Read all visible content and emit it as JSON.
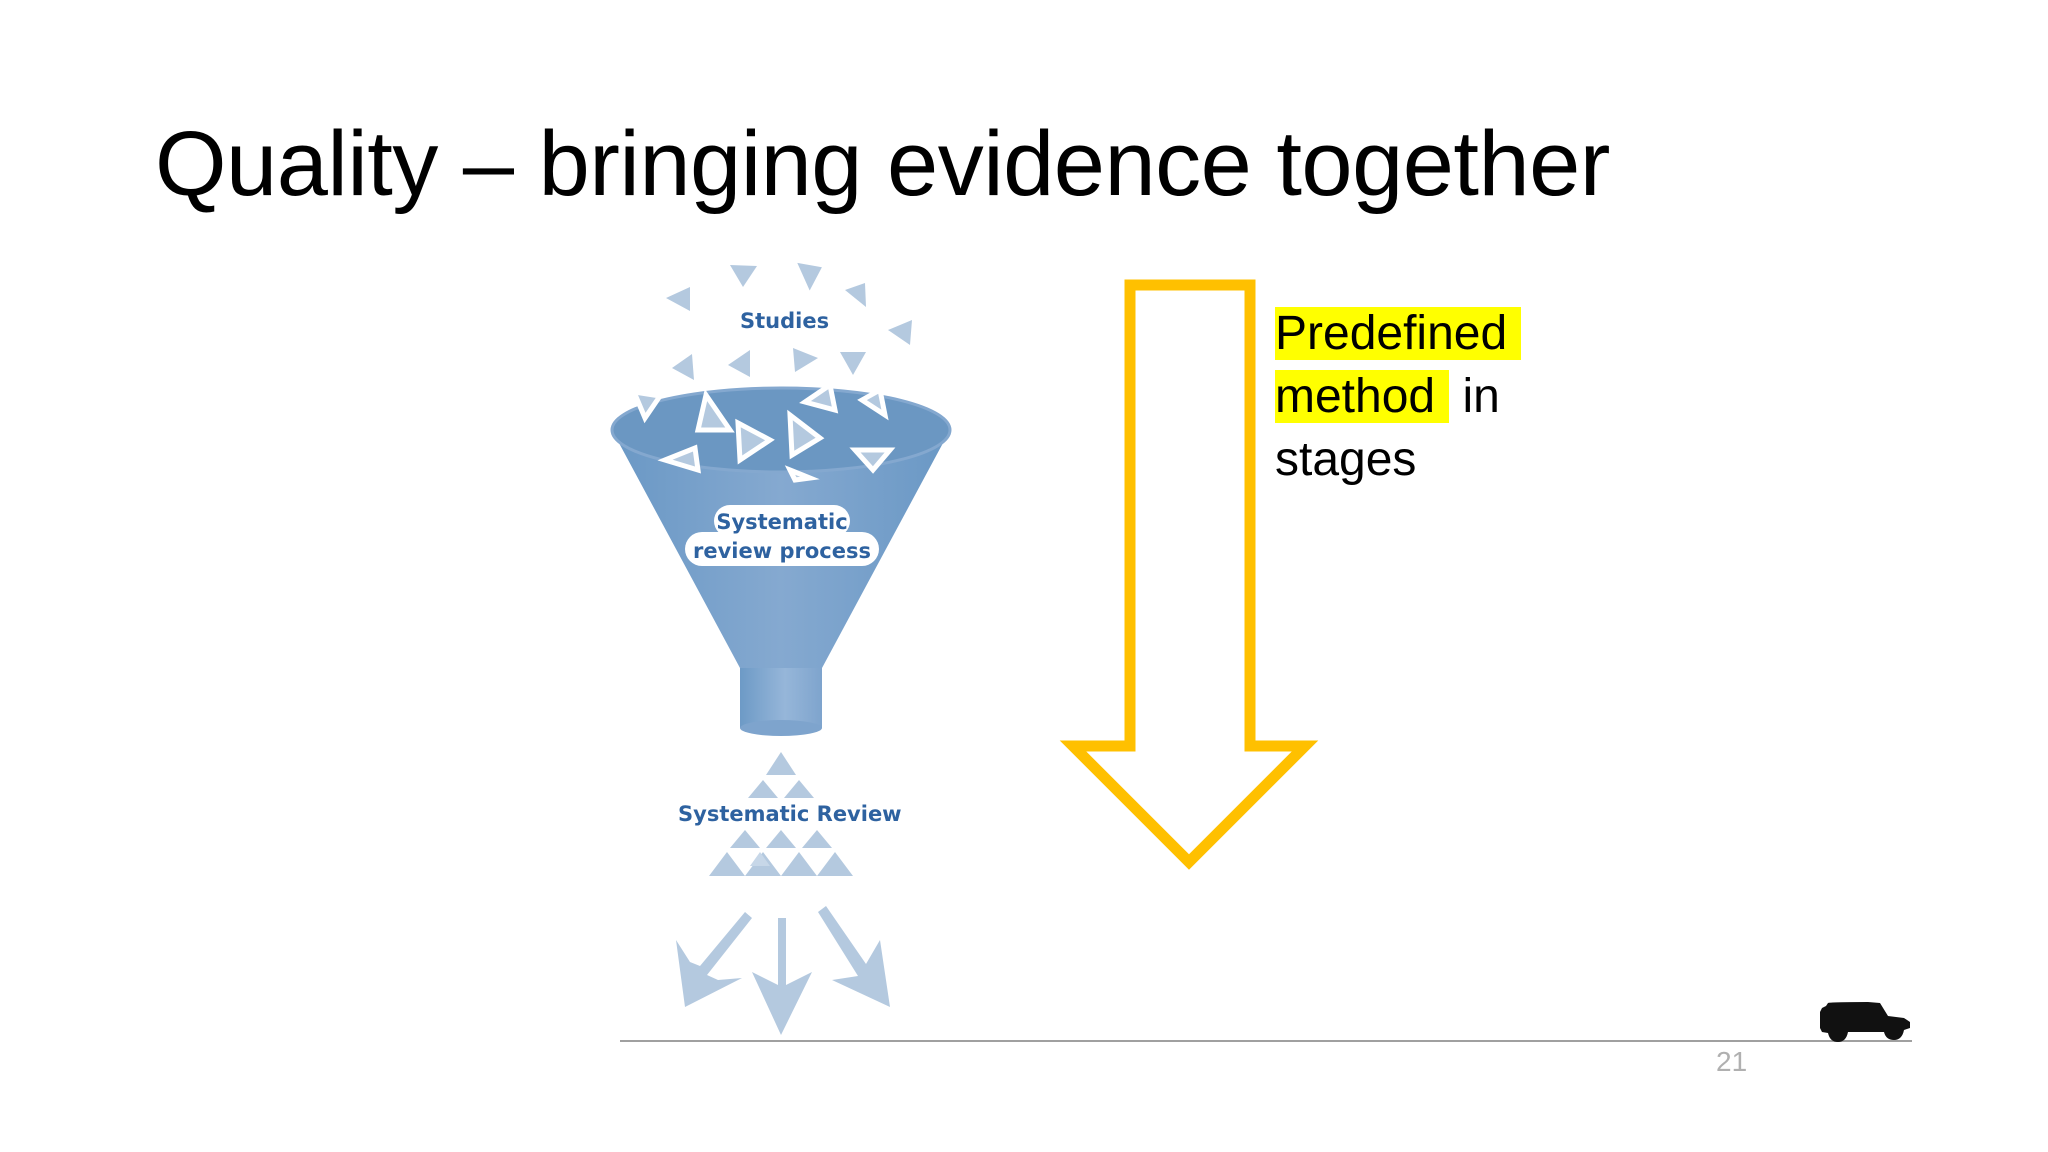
{
  "slide": {
    "title": "Quality – bringing evidence together",
    "page_number": "21"
  },
  "diagram": {
    "studies_label": "Studies",
    "process_label_line1": "Systematic",
    "process_label_line2": "review process",
    "output_label": "Systematic Review",
    "funnel_color": "#6f9bc6",
    "triangle_color": "#b4c9df",
    "text_color": "#2e62a0"
  },
  "arrow": {
    "color": "#ffc000",
    "direction": "down"
  },
  "side_text": {
    "highlight_part1": "Predefined",
    "highlight_part2": "method",
    "plain_part": " in",
    "line3": "stages",
    "highlight_color": "#ffff00"
  },
  "footer": {
    "icon": "car-silhouette-icon"
  }
}
